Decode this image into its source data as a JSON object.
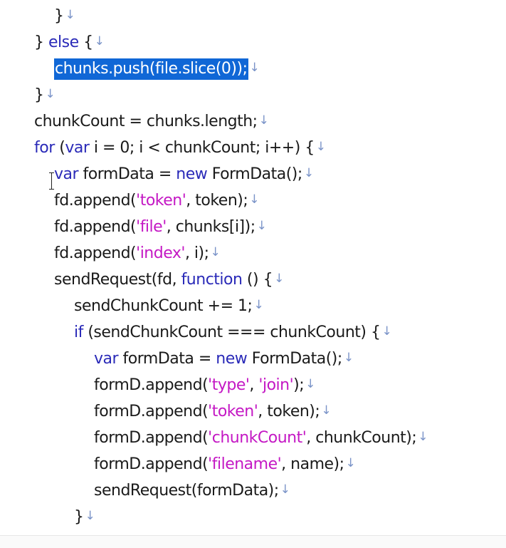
{
  "editor": {
    "eol_marker": "↓",
    "lines": [
      {
        "indent": 1,
        "tokens": [
          {
            "t": "}",
            "k": "plain"
          }
        ]
      },
      {
        "indent": 0,
        "tokens": [
          {
            "t": "} ",
            "k": "plain"
          },
          {
            "t": "else",
            "k": "kw"
          },
          {
            "t": " {",
            "k": "plain"
          }
        ]
      },
      {
        "indent": 1,
        "tokens": [
          {
            "t": "chunks.push(file.slice(0));",
            "k": "sel"
          }
        ]
      },
      {
        "indent": 0,
        "tokens": [
          {
            "t": "}",
            "k": "plain"
          }
        ]
      },
      {
        "indent": 0,
        "tokens": [
          {
            "t": "chunkCount = chunks.length;",
            "k": "plain"
          }
        ]
      },
      {
        "indent": 0,
        "tokens": [
          {
            "t": "for",
            "k": "kw"
          },
          {
            "t": " (",
            "k": "plain"
          },
          {
            "t": "var",
            "k": "kw"
          },
          {
            "t": " i = 0; i < chunkCount; i++) {",
            "k": "plain"
          }
        ]
      },
      {
        "indent": 1,
        "tokens": [
          {
            "t": "var",
            "k": "kw"
          },
          {
            "t": " formData = ",
            "k": "plain"
          },
          {
            "t": "new",
            "k": "kw"
          },
          {
            "t": " FormData();",
            "k": "plain"
          }
        ]
      },
      {
        "indent": 1,
        "tokens": [
          {
            "t": "fd.append(",
            "k": "plain"
          },
          {
            "t": "'token'",
            "k": "str"
          },
          {
            "t": ", token);",
            "k": "plain"
          }
        ]
      },
      {
        "indent": 1,
        "tokens": [
          {
            "t": "fd.append(",
            "k": "plain"
          },
          {
            "t": "'file'",
            "k": "str"
          },
          {
            "t": ", chunks[i]);",
            "k": "plain"
          }
        ]
      },
      {
        "indent": 1,
        "tokens": [
          {
            "t": "fd.append(",
            "k": "plain"
          },
          {
            "t": "'index'",
            "k": "str"
          },
          {
            "t": ", i);",
            "k": "plain"
          }
        ]
      },
      {
        "indent": 1,
        "tokens": [
          {
            "t": "sendRequest(fd, ",
            "k": "plain"
          },
          {
            "t": "function",
            "k": "kw"
          },
          {
            "t": " () {",
            "k": "plain"
          }
        ]
      },
      {
        "indent": 2,
        "tokens": [
          {
            "t": "sendChunkCount += 1;",
            "k": "plain"
          }
        ]
      },
      {
        "indent": 2,
        "tokens": [
          {
            "t": "if",
            "k": "kw"
          },
          {
            "t": " (sendChunkCount === chunkCount) {",
            "k": "plain"
          }
        ]
      },
      {
        "indent": 3,
        "tokens": [
          {
            "t": "var",
            "k": "kw"
          },
          {
            "t": " formData = ",
            "k": "plain"
          },
          {
            "t": "new",
            "k": "kw"
          },
          {
            "t": " FormData();",
            "k": "plain"
          }
        ]
      },
      {
        "indent": 3,
        "tokens": [
          {
            "t": "formD.append(",
            "k": "plain"
          },
          {
            "t": "'type'",
            "k": "str"
          },
          {
            "t": ", ",
            "k": "plain"
          },
          {
            "t": "'join'",
            "k": "str"
          },
          {
            "t": ");",
            "k": "plain"
          }
        ]
      },
      {
        "indent": 3,
        "tokens": [
          {
            "t": "formD.append(",
            "k": "plain"
          },
          {
            "t": "'token'",
            "k": "str"
          },
          {
            "t": ", token);",
            "k": "plain"
          }
        ]
      },
      {
        "indent": 3,
        "tokens": [
          {
            "t": "formD.append(",
            "k": "plain"
          },
          {
            "t": "'chunkCount'",
            "k": "str"
          },
          {
            "t": ", chunkCount);",
            "k": "plain"
          }
        ]
      },
      {
        "indent": 3,
        "tokens": [
          {
            "t": "formD.append(",
            "k": "plain"
          },
          {
            "t": "'filename'",
            "k": "str"
          },
          {
            "t": ", name);",
            "k": "plain"
          }
        ]
      },
      {
        "indent": 3,
        "tokens": [
          {
            "t": "sendRequest(formData);",
            "k": "plain"
          }
        ]
      },
      {
        "indent": 2,
        "tokens": [
          {
            "t": "}",
            "k": "plain"
          }
        ]
      }
    ]
  },
  "colors": {
    "background": "#ffffff",
    "plain_text": "#1a1a1a",
    "keyword": "#2a2ab8",
    "string_literal": "#c418c4",
    "selection_background": "#1067d6",
    "selection_text": "#ffffff",
    "eol_marker": "#7a93c8"
  },
  "icons": {
    "cursor": "ibeam-cursor-icon"
  }
}
